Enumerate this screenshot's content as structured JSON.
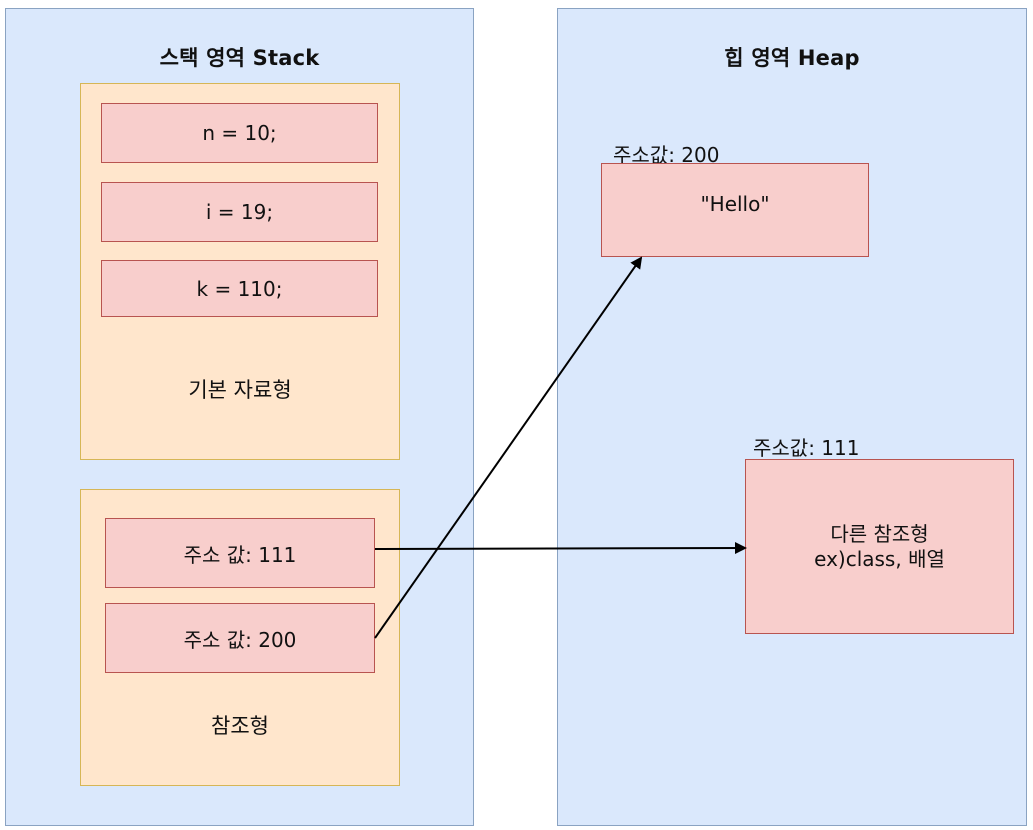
{
  "stack": {
    "title": "스택 영역 Stack",
    "primitive_group": {
      "label": "기본 자료형",
      "items": [
        "n = 10;",
        "i = 19;",
        "k = 110;"
      ]
    },
    "reference_group": {
      "label": "참조형",
      "items": [
        "주소 값: 111",
        "주소 값: 200"
      ]
    }
  },
  "heap": {
    "title": "힙 영역 Heap",
    "objects": [
      {
        "address_label": "주소값: 200",
        "lines": [
          "\"Hello\""
        ]
      },
      {
        "address_label": "주소값: 111",
        "lines": [
          "다른 참조형",
          "ex)class, 배열"
        ]
      }
    ]
  },
  "arrows": [
    {
      "from": "주소 값: 111",
      "to": "주소값: 111"
    },
    {
      "from": "주소 값: 200",
      "to": "주소값: 200"
    }
  ],
  "colors": {
    "region_fill": "#dae8fc",
    "group_fill": "#ffe6cc",
    "cell_fill": "#f8cecc",
    "arrow": "#000000"
  }
}
